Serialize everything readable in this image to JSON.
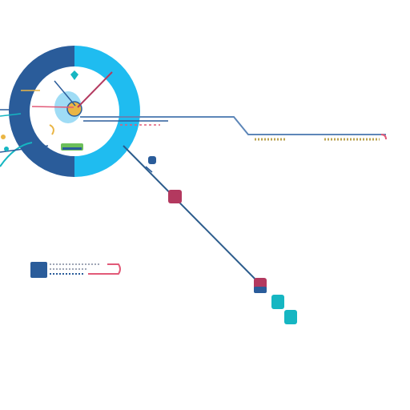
{
  "colors": {
    "navy": "#2a5c9a",
    "sky": "#1fbcf0",
    "teal": "#16b6c2",
    "crimson": "#b3395f",
    "gold": "#eab544",
    "line": "#2c5c8c",
    "line_light": "#5d86b8",
    "pink": "#e25a78",
    "green": "#6cbf5a",
    "muted_text": "#b9a24f",
    "label_placeholder": "#9fa6b6"
  },
  "diagram": {
    "ring_segments": [
      {
        "name": "left-half",
        "color": "#2a5c9a",
        "share": 0.5
      },
      {
        "name": "right-half",
        "color": "#1fbcf0",
        "share": 0.5
      }
    ],
    "nodes": [
      {
        "id": "node-small-navy",
        "color": "#2a5c9a"
      },
      {
        "id": "node-crimson",
        "color": "#b3395f"
      },
      {
        "id": "node-crimson-navy",
        "color": "#b3395f"
      },
      {
        "id": "node-teal-1",
        "color": "#16b6c2"
      },
      {
        "id": "node-teal-2",
        "color": "#16b6c2"
      },
      {
        "id": "legend-square",
        "color": "#2a5c9a"
      }
    ]
  }
}
